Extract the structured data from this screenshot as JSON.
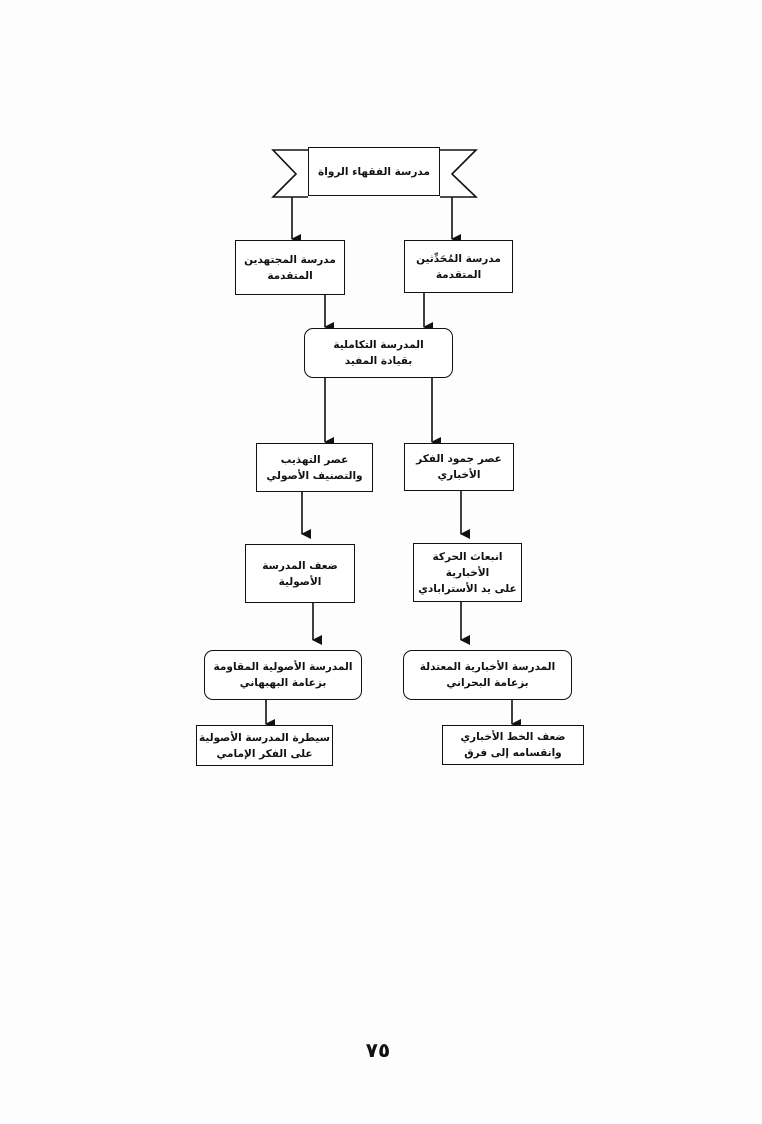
{
  "diagram": {
    "root": "مدرسة الفقهاء الرواة",
    "level1_left": "مدرسة المجتهدين المتقدمة",
    "level1_right": "مدرسة المُحَدِّثين المتقدمة",
    "merge": [
      "المدرسة التكاملية",
      "بقيادة المفيد"
    ],
    "level3_left": [
      "عصر التهذيب",
      "والتصنيف الأصولي"
    ],
    "level3_right": "عصر جمود الفكر الأخباري",
    "level4_left": "ضعف المدرسة الأصولية",
    "level4_right": [
      "انبعاث الحركة الأخبارية",
      "على يد الأسترابادي"
    ],
    "level5_left": [
      "المدرسة الأصولية المقاومة",
      "بزعامة البهبهاني"
    ],
    "level5_right": [
      "المدرسة الأخبارية المعتدلة",
      "بزعامة البحراني"
    ],
    "level6_left": [
      "سيطرة المدرسة الأصولية",
      "على الفكر الإمامي"
    ],
    "level6_right": [
      "ضعف الخط الأخباري",
      "وانقسامه إلى فرق"
    ]
  },
  "page_number": "٧٥"
}
